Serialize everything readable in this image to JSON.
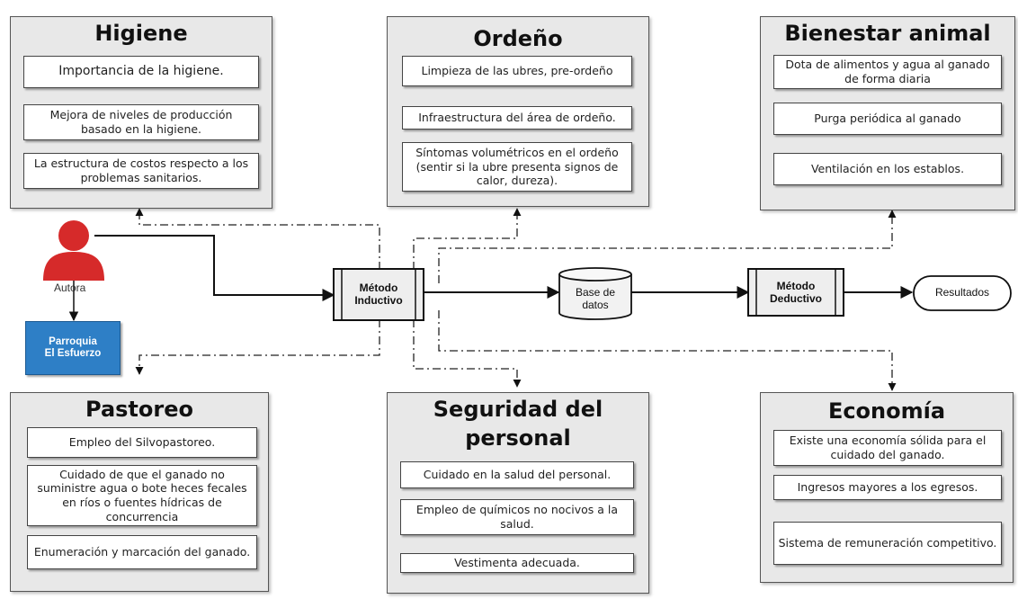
{
  "colors": {
    "panel_bg": "#e8e8e8",
    "author_red": "#d62a2a",
    "parroquia_blue": "#2e7fc6"
  },
  "icons": {
    "author": "person-icon"
  },
  "higiene": {
    "title": "Higiene",
    "items": [
      "Importancia de la higiene.",
      "Mejora de niveles de producción basado en la higiene.",
      "La estructura de costos respecto a los problemas sanitarios."
    ]
  },
  "ordeno": {
    "title": "Ordeño",
    "items": [
      "Limpieza de las ubres, pre-ordeño",
      "Infraestructura del área de ordeño.",
      "Síntomas volumétricos en el ordeño (sentir si la ubre presenta signos de calor, dureza)."
    ]
  },
  "bienestar": {
    "title": "Bienestar animal",
    "items": [
      "Dota de alimentos y agua al ganado de forma diaria",
      "Purga periódica al ganado",
      "Ventilación en los establos."
    ]
  },
  "pastoreo": {
    "title": "Pastoreo",
    "items": [
      "Empleo del Silvopastoreo.",
      "Cuidado de que el ganado no suministre agua o bote heces fecales en ríos o fuentes hídricas de concurrencia",
      "Enumeración y marcación del ganado."
    ]
  },
  "seguridad": {
    "title_line1": "Seguridad del",
    "title_line2": "personal",
    "items": [
      "Cuidado en la salud del personal.",
      "Empleo de químicos no nocivos a la salud.",
      "Vestimenta adecuada."
    ]
  },
  "economia": {
    "title": "Economía",
    "items": [
      "Existe una economía sólida para el cuidado del ganado.",
      "Ingresos mayores a los egresos.",
      "Sistema de remuneración competitivo."
    ]
  },
  "flow": {
    "author": "Autora",
    "parroquia_line1": "Parroquia",
    "parroquia_line2": "El Esfuerzo",
    "inductivo_line1": "Método",
    "inductivo_line2": "Inductivo",
    "db_line1": "Base de",
    "db_line2": "datos",
    "deductivo_line1": "Método",
    "deductivo_line2": "Deductivo",
    "result": "Resultados"
  }
}
